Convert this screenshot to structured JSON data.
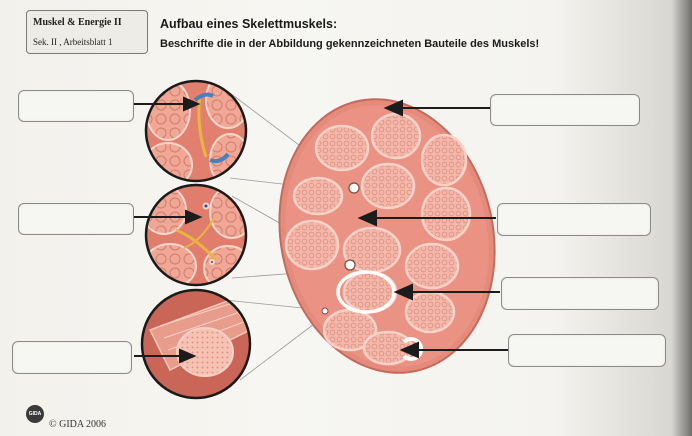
{
  "header": {
    "course": "Muskel & Energie II",
    "sheet": "Sek. II , Arbeitsblatt 1"
  },
  "title": "Aufbau eines Skelettmuskels:",
  "instruction": "Beschrifte die in der Abbildung gekennzeichneten Bauteile des Muskels!",
  "footer": {
    "logo_text": "GIDA",
    "copyright": "© GIDA 2006"
  },
  "colors": {
    "muscle_fill": "#e8887a",
    "fascicle_fill": "#f3b4a6",
    "outline": "#b85a4e",
    "arrow": "#1c1c1c",
    "tendon_yellow": "#e8b640",
    "vessel_blue": "#4a7fc0"
  }
}
